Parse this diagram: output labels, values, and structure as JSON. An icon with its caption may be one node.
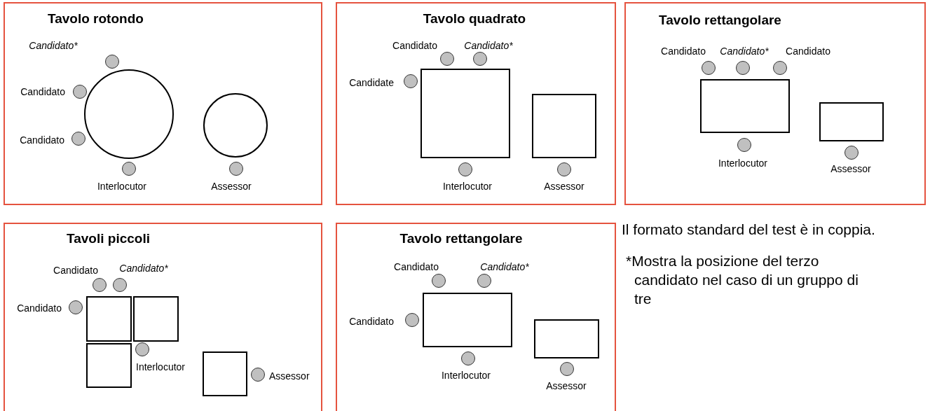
{
  "diagram": {
    "nodes": [
      {
        "text": [
          "Tavolo rotondo"
        ]
      },
      {
        "text": [],
        "shape": "circle",
        "in": 0
      },
      {
        "text": [],
        "shape": "circle",
        "in": 0
      },
      {
        "text": [],
        "shape": "circle",
        "in": 0,
        "beside": [
          "Candidato*"
        ]
      },
      {
        "text": [],
        "shape": "circle",
        "in": 0,
        "beside": [
          "Candidato"
        ]
      },
      {
        "text": [],
        "shape": "circle",
        "in": 0,
        "beside": [
          "Candidato"
        ]
      },
      {
        "text": [],
        "shape": "circle",
        "in": 0,
        "beside": [
          "Interlocutor"
        ]
      },
      {
        "text": [],
        "shape": "circle",
        "in": 0,
        "beside": [
          "Assessor"
        ]
      },
      {
        "text": [
          "Tavolo quadrato"
        ]
      },
      {
        "text": [],
        "shape": "box",
        "in": 8
      },
      {
        "text": [],
        "shape": "box",
        "in": 8
      },
      {
        "text": [],
        "shape": "circle",
        "in": 8,
        "beside": [
          "Candidato"
        ]
      },
      {
        "text": [],
        "shape": "circle",
        "in": 8,
        "beside": [
          "Candidato*"
        ]
      },
      {
        "text": [],
        "shape": "circle",
        "in": 8,
        "beside": [
          "Candidate"
        ]
      },
      {
        "text": [],
        "shape": "circle",
        "in": 8,
        "beside": [
          "Interlocutor"
        ]
      },
      {
        "text": [],
        "shape": "circle",
        "in": 8,
        "beside": [
          "Assessor"
        ]
      },
      {
        "text": [
          "Tavolo rettangolare"
        ]
      },
      {
        "text": [],
        "shape": "box",
        "in": 16
      },
      {
        "text": [],
        "shape": "box",
        "in": 16
      },
      {
        "text": [],
        "shape": "circle",
        "in": 16,
        "beside": [
          "Candidato"
        ]
      },
      {
        "text": [],
        "shape": "circle",
        "in": 16,
        "beside": [
          "Candidato*"
        ]
      },
      {
        "text": [],
        "shape": "circle",
        "in": 16,
        "beside": [
          "Candidato"
        ]
      },
      {
        "text": [],
        "shape": "circle",
        "in": 16,
        "beside": [
          "Interlocutor"
        ]
      },
      {
        "text": [],
        "shape": "circle",
        "in": 16,
        "beside": [
          "Assessor"
        ]
      },
      {
        "text": [
          "Tavoli piccoli"
        ]
      },
      {
        "text": [],
        "shape": "box",
        "in": 24
      },
      {
        "text": [],
        "shape": "box",
        "in": 24
      },
      {
        "text": [],
        "shape": "box",
        "in": 24
      },
      {
        "text": [],
        "shape": "box",
        "in": 24
      },
      {
        "text": [],
        "shape": "circle",
        "in": 24,
        "beside": [
          "Candidato"
        ]
      },
      {
        "text": [],
        "shape": "circle",
        "in": 24,
        "beside": [
          "Candidato*"
        ]
      },
      {
        "text": [],
        "shape": "circle",
        "in": 24,
        "beside": [
          "Candidato"
        ]
      },
      {
        "text": [],
        "shape": "circle",
        "in": 24,
        "beside": [
          "Interlocutor"
        ]
      },
      {
        "text": [],
        "shape": "circle",
        "in": 24,
        "beside": [
          "Assessor"
        ]
      },
      {
        "text": [
          "Tavolo rettangolare"
        ]
      },
      {
        "text": [],
        "shape": "box",
        "in": 34
      },
      {
        "text": [],
        "shape": "box",
        "in": 34
      },
      {
        "text": [],
        "shape": "circle",
        "in": 34,
        "beside": [
          "Candidato"
        ]
      },
      {
        "text": [],
        "shape": "circle",
        "in": 34,
        "beside": [
          "Candidato*"
        ]
      },
      {
        "text": [],
        "shape": "circle",
        "in": 34,
        "beside": [
          "Candidato"
        ]
      },
      {
        "text": [],
        "shape": "circle",
        "in": 34,
        "beside": [
          "Interlocutor"
        ]
      },
      {
        "text": [],
        "shape": "circle",
        "in": 34,
        "beside": [
          "Assessor"
        ]
      }
    ],
    "labels": [
      "Il formato standard del test è in coppia.",
      "*Mostra la posizione del terzo candidato nel caso di un gruppo di tre"
    ]
  }
}
